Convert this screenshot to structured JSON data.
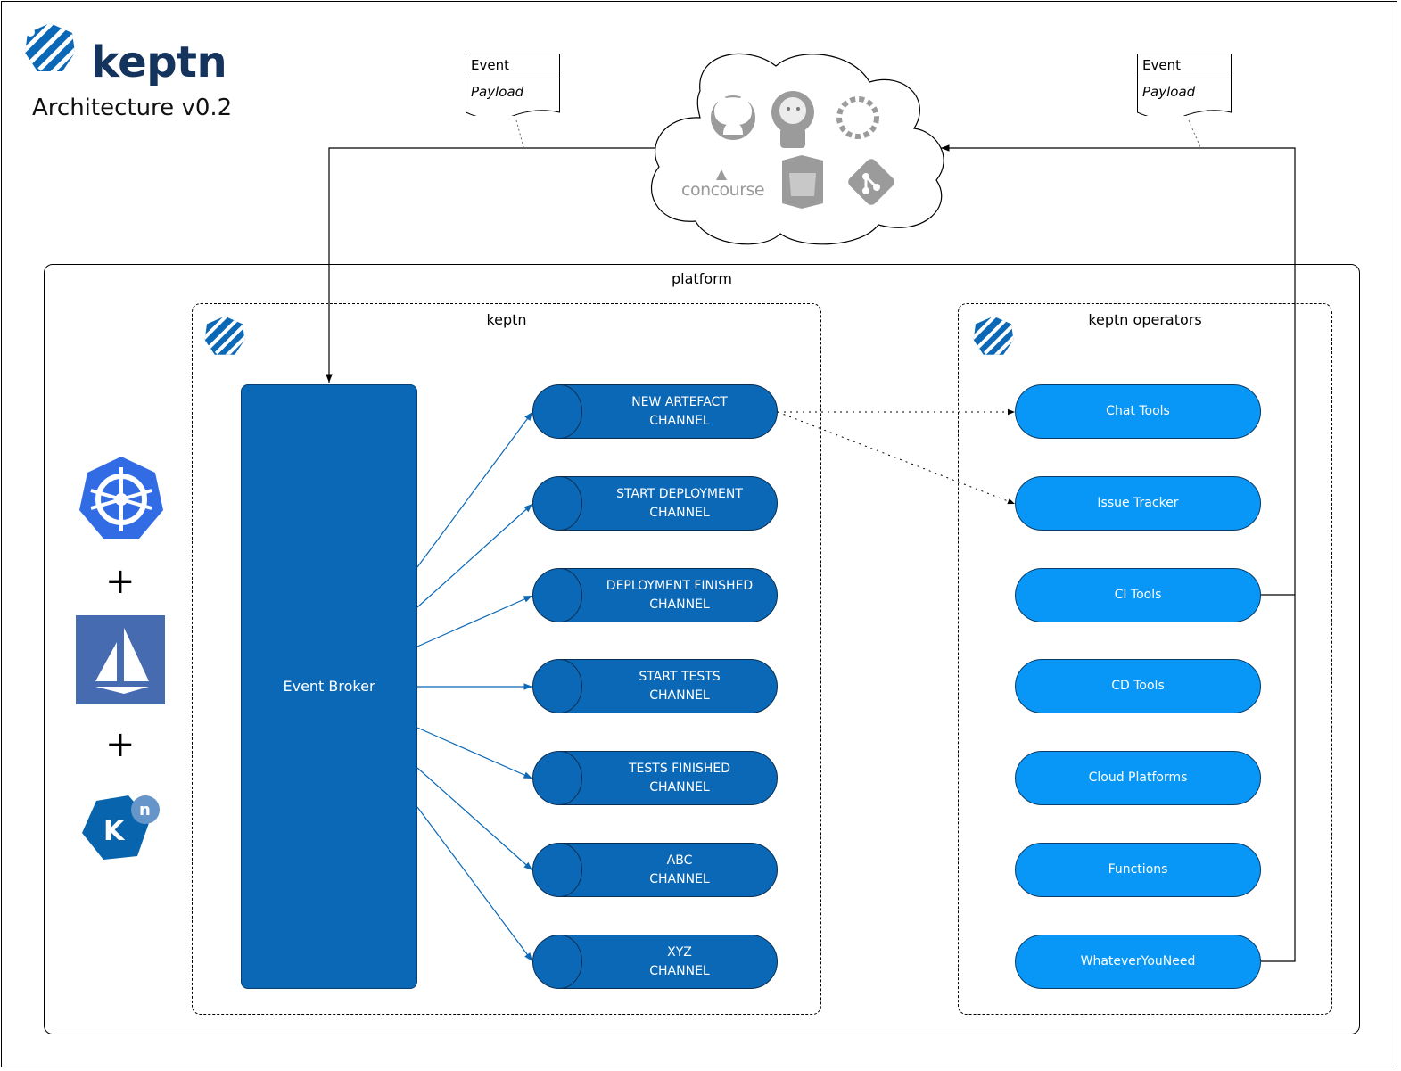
{
  "header": {
    "logo_text": "keptn",
    "subtitle": "Architecture v0.2"
  },
  "events": [
    {
      "title": "Event",
      "payload": "Payload"
    },
    {
      "title": "Event",
      "payload": "Payload"
    }
  ],
  "cloud": {
    "tools": [
      "github-icon",
      "jenkins-icon",
      "sync-cycle-icon",
      "concourse-icon",
      "bitbucket-icon",
      "git-icon"
    ],
    "concourse_label": "concourse"
  },
  "platform": {
    "label": "platform"
  },
  "stack_icons": [
    "kubernetes-icon",
    "istio-icon",
    "knative-icon"
  ],
  "stack_plus": "+",
  "keptn": {
    "label": "keptn",
    "broker_label": "Event Broker",
    "channels": [
      {
        "line1": "NEW ARTEFACT",
        "line2": "CHANNEL"
      },
      {
        "line1": "START DEPLOYMENT",
        "line2": "CHANNEL"
      },
      {
        "line1": "DEPLOYMENT FINISHED",
        "line2": "CHANNEL"
      },
      {
        "line1": "START TESTS",
        "line2": "CHANNEL"
      },
      {
        "line1": "TESTS FINISHED",
        "line2": "CHANNEL"
      },
      {
        "line1": "ABC",
        "line2": "CHANNEL"
      },
      {
        "line1": "XYZ",
        "line2": "CHANNEL"
      }
    ]
  },
  "operators": {
    "label": "keptn operators",
    "items": [
      "Chat Tools",
      "Issue Tracker",
      "CI Tools",
      "CD Tools",
      "Cloud Platforms",
      "Functions",
      "WhateverYouNeed"
    ]
  },
  "colors": {
    "broker": "#0b68b6",
    "channel": "#0b68b6",
    "operator": "#0897f6",
    "logo": "#14345e"
  }
}
